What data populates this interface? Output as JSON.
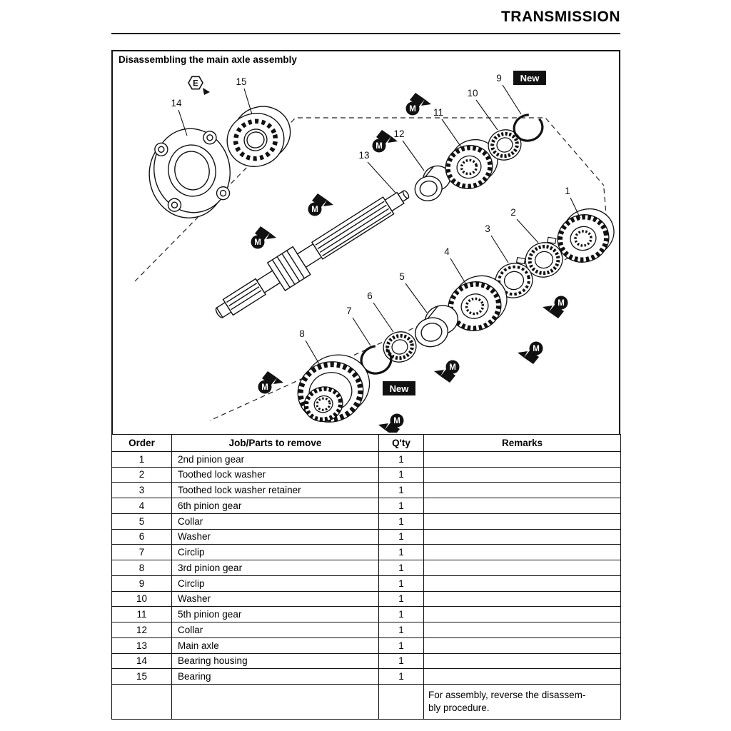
{
  "page": {
    "title": "TRANSMISSION"
  },
  "figure": {
    "caption": "Disassembling the main axle assembly",
    "badges": {
      "new": "New",
      "oil_e": "E",
      "moly_m": "M"
    },
    "callouts": [
      "1",
      "2",
      "3",
      "4",
      "5",
      "6",
      "7",
      "8",
      "9",
      "10",
      "11",
      "12",
      "13",
      "14",
      "15"
    ]
  },
  "table": {
    "headers": {
      "order": "Order",
      "job": "Job/Parts to remove",
      "qty": "Q'ty",
      "remarks": "Remarks"
    },
    "rows": [
      {
        "order": "1",
        "job": "2nd pinion gear",
        "qty": "1",
        "remarks": ""
      },
      {
        "order": "2",
        "job": "Toothed lock washer",
        "qty": "1",
        "remarks": ""
      },
      {
        "order": "3",
        "job": "Toothed lock washer retainer",
        "qty": "1",
        "remarks": ""
      },
      {
        "order": "4",
        "job": "6th pinion gear",
        "qty": "1",
        "remarks": ""
      },
      {
        "order": "5",
        "job": "Collar",
        "qty": "1",
        "remarks": ""
      },
      {
        "order": "6",
        "job": "Washer",
        "qty": "1",
        "remarks": ""
      },
      {
        "order": "7",
        "job": "Circlip",
        "qty": "1",
        "remarks": ""
      },
      {
        "order": "8",
        "job": "3rd pinion gear",
        "qty": "1",
        "remarks": ""
      },
      {
        "order": "9",
        "job": "Circlip",
        "qty": "1",
        "remarks": ""
      },
      {
        "order": "10",
        "job": "Washer",
        "qty": "1",
        "remarks": ""
      },
      {
        "order": "11",
        "job": "5th pinion gear",
        "qty": "1",
        "remarks": ""
      },
      {
        "order": "12",
        "job": "Collar",
        "qty": "1",
        "remarks": ""
      },
      {
        "order": "13",
        "job": "Main axle",
        "qty": "1",
        "remarks": ""
      },
      {
        "order": "14",
        "job": "Bearing housing",
        "qty": "1",
        "remarks": ""
      },
      {
        "order": "15",
        "job": "Bearing",
        "qty": "1",
        "remarks": ""
      }
    ],
    "footer": {
      "remarks_line1": "For assembly, reverse the disassem-",
      "remarks_line2": "bly procedure."
    }
  }
}
